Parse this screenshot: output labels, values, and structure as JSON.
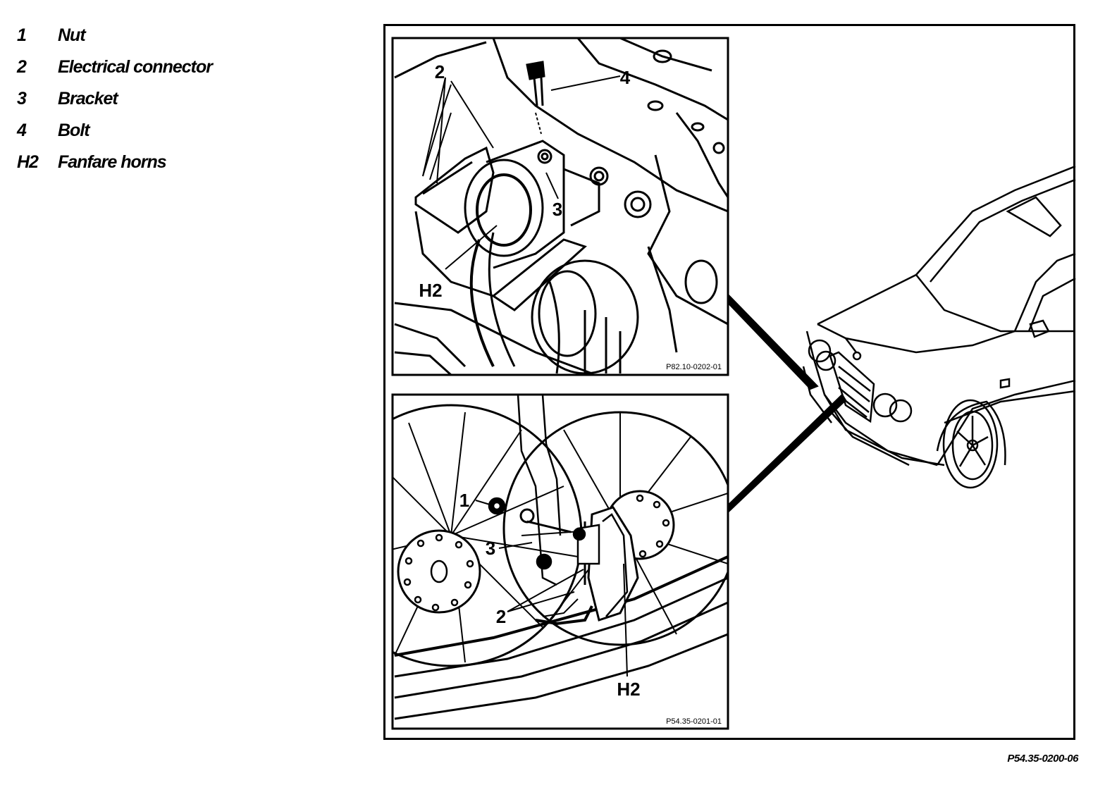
{
  "legend": [
    {
      "key": "1",
      "text": "Nut"
    },
    {
      "key": "2",
      "text": "Electrical connector"
    },
    {
      "key": "3",
      "text": "Bracket"
    },
    {
      "key": "4",
      "text": "Bolt"
    },
    {
      "key": "H2",
      "text": "Fanfare horns"
    }
  ],
  "top_view": {
    "callouts": {
      "c2": "2",
      "c3": "3",
      "c4": "4",
      "cH2": "H2"
    },
    "code": "P82.10-0202-01"
  },
  "bottom_view": {
    "callouts": {
      "c1": "1",
      "c2": "2",
      "c3": "3",
      "cH2": "H2"
    },
    "code": "P54.35-0201-01"
  },
  "figure_code": "P54.35-0200-06"
}
